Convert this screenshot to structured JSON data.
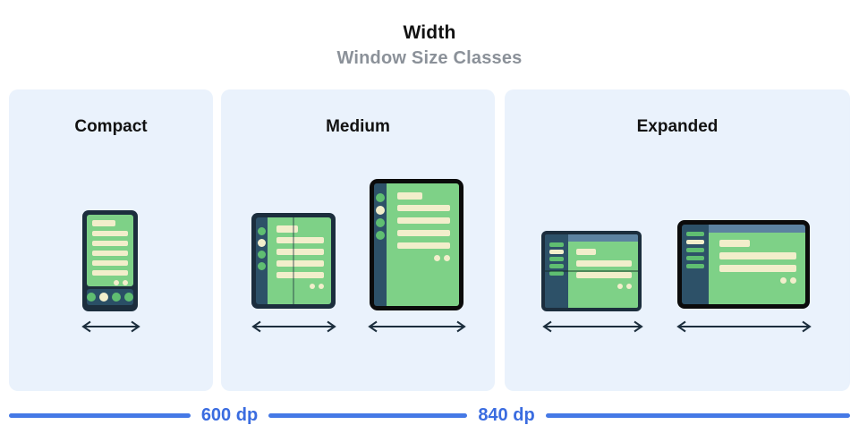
{
  "header": {
    "title": "Width",
    "subtitle": "Window Size Classes"
  },
  "panels": [
    {
      "id": "compact",
      "label": "Compact"
    },
    {
      "id": "medium",
      "label": "Medium"
    },
    {
      "id": "expanded",
      "label": "Expanded"
    }
  ],
  "breakpoints": {
    "first": "600 dp",
    "second": "840 dp"
  },
  "icons": {
    "width_arrow": "double-headed-horizontal-arrow"
  },
  "devices": [
    "phone-portrait",
    "foldable-portrait",
    "tablet-portrait",
    "foldable-landscape",
    "tablet-landscape-large"
  ],
  "colors": {
    "panel_background": "#eaf2fc",
    "frame_navy": "#1c2e3d",
    "frame_black": "#0b0b0b",
    "screen_green": "#7ed187",
    "rail_navy": "#2d5168",
    "content_cream": "#f2eecb",
    "nav_green": "#5fbe71",
    "topbar_slate": "#5c82a0",
    "breakpoint_blue": "#4579e6",
    "subtitle_gray": "#8b9199"
  }
}
